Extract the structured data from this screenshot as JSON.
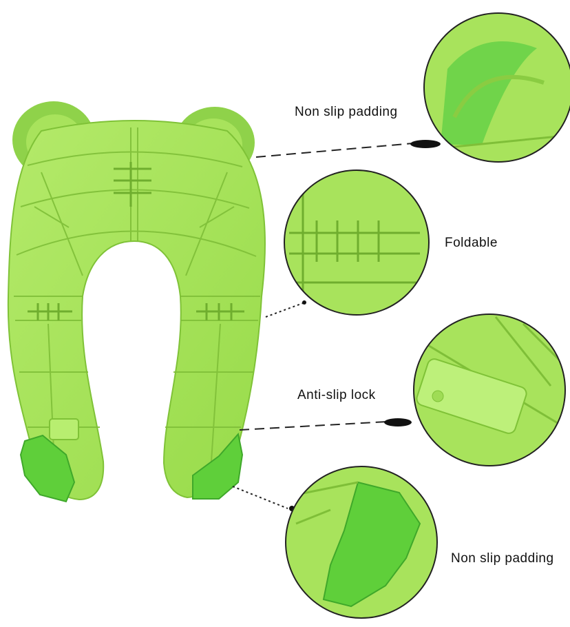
{
  "colors": {
    "seat_green": "#a6e35a",
    "seat_shadow": "#7fc237",
    "pad_green": "#5fcf3a",
    "line": "#222222"
  },
  "callouts": [
    {
      "label": "Non slip padding",
      "icon": "ear-pad-detail"
    },
    {
      "label": "Foldable",
      "icon": "hinge-detail"
    },
    {
      "label": "Anti-slip lock",
      "icon": "lock-detail"
    },
    {
      "label": "Non slip padding",
      "icon": "foot-pad-detail"
    }
  ]
}
